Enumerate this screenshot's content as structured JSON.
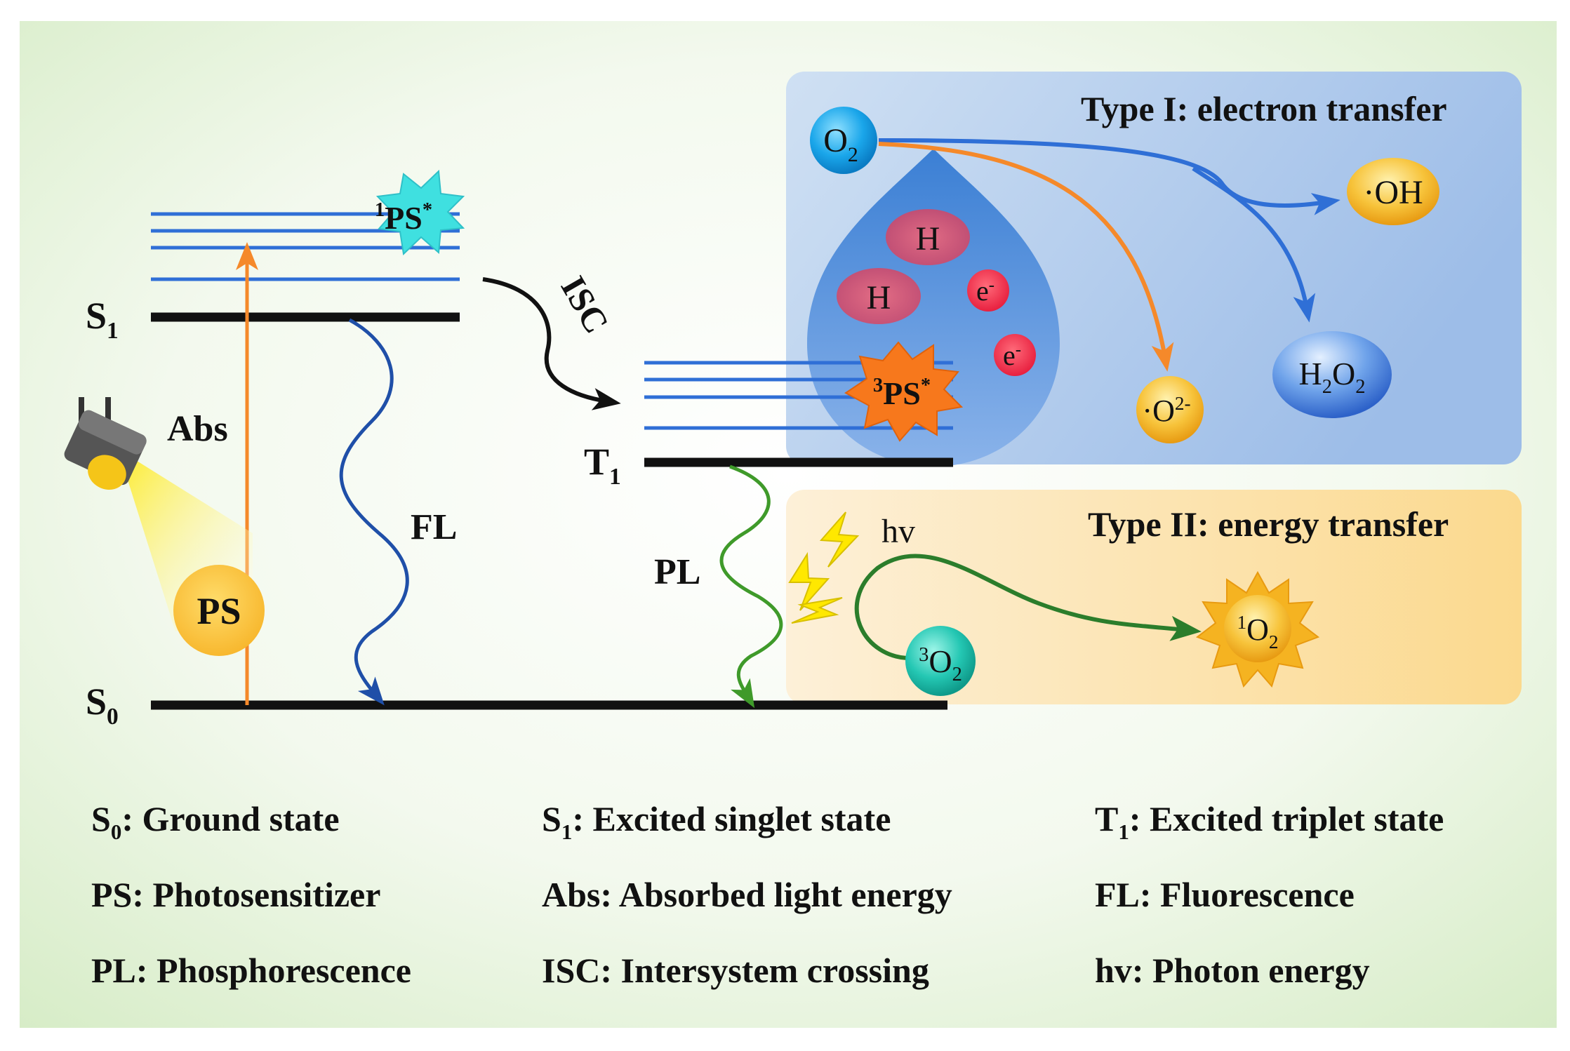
{
  "levels": {
    "s1": "S",
    "s1_sub": "1",
    "s0": "S",
    "s0_sub": "0",
    "t1": "T",
    "t1_sub": "1"
  },
  "processes": {
    "abs": "Abs",
    "fl": "FL",
    "isc": "ISC",
    "pl": "PL",
    "hv": "hv"
  },
  "species": {
    "ps": "PS",
    "ps1_sup": "1",
    "ps1_main": "PS",
    "ps1_star": "*",
    "ps3_sup": "3",
    "ps3_main": "PS",
    "ps3_star": "*",
    "o2_main": "O",
    "o2_sub": "2",
    "h": "H",
    "e_main": "e",
    "e_sup": "-",
    "oh": "·OH",
    "o2rad_main": "·O",
    "o2rad_sup": "2-",
    "h2o2_a": "H",
    "h2o2_b": "2",
    "h2o2_c": "O",
    "h2o2_d": "2",
    "o2t_sup": "3",
    "o2t_main": "O",
    "o2t_sub": "2",
    "o2s_sup": "1",
    "o2s_main": "O",
    "o2s_sub": "2"
  },
  "panels": {
    "type1_title": "Type I: electron transfer",
    "type2_title": "Type II: energy transfer"
  },
  "legend": [
    {
      "sym": "S",
      "sub": "0",
      "text": ": Ground state"
    },
    {
      "sym": "S",
      "sub": "1",
      "text": ": Excited singlet state"
    },
    {
      "sym": "T",
      "sub": "1",
      "text": ": Excited triplet state"
    },
    {
      "sym": "PS",
      "sub": "",
      "text": ": Photosensitizer"
    },
    {
      "sym": "Abs",
      "sub": "",
      "text": ": Absorbed light energy"
    },
    {
      "sym": "FL",
      "sub": "",
      "text": ": Fluorescence"
    },
    {
      "sym": "PL",
      "sub": "",
      "text": ": Phosphorescence"
    },
    {
      "sym": "ISC",
      "sub": "",
      "text": ": Intersystem crossing"
    },
    {
      "sym": "hv",
      "sub": "",
      "text": ": Photon energy"
    }
  ],
  "colors": {
    "blue_line": "#2f6fd6",
    "black_line": "#111111",
    "orange": "#f5892a",
    "fl_blue": "#1f4fa8",
    "pl_green": "#3f9a2a",
    "arrow_blue": "#2f6fd6",
    "arrow_green": "#2b7d2b",
    "cyan_star": "#3fe0e0",
    "orange_star": "#f7781c",
    "gold": "#f5b321"
  }
}
